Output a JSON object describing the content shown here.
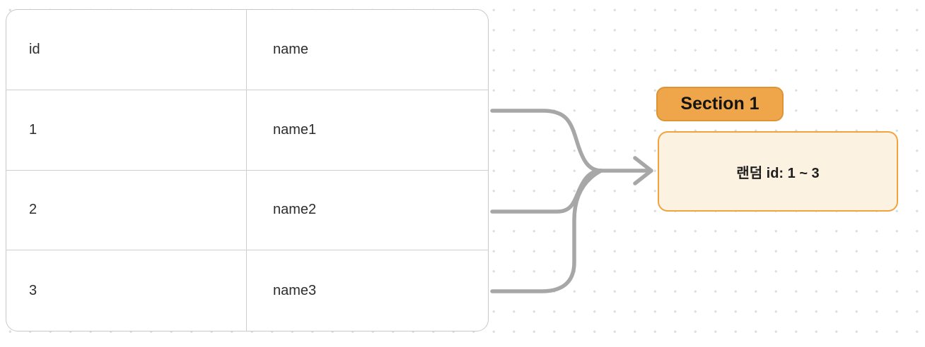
{
  "diagram": {
    "table": {
      "columns": [
        "id",
        "name"
      ],
      "rows": [
        {
          "id": "1",
          "name": "name1"
        },
        {
          "id": "2",
          "name": "name2"
        },
        {
          "id": "3",
          "name": "name3"
        }
      ]
    },
    "section": {
      "label": "Section 1"
    },
    "node": {
      "text": "랜덤 id: 1 ~ 3"
    },
    "colors": {
      "badge_fill": "#efa64a",
      "badge_border": "#dd9434",
      "node_fill": "#fcf2e1",
      "node_border": "#f1a33d",
      "connector": "#a7a7a7",
      "table_border": "#c9c9c9",
      "grid_dot": "#dedede"
    }
  }
}
